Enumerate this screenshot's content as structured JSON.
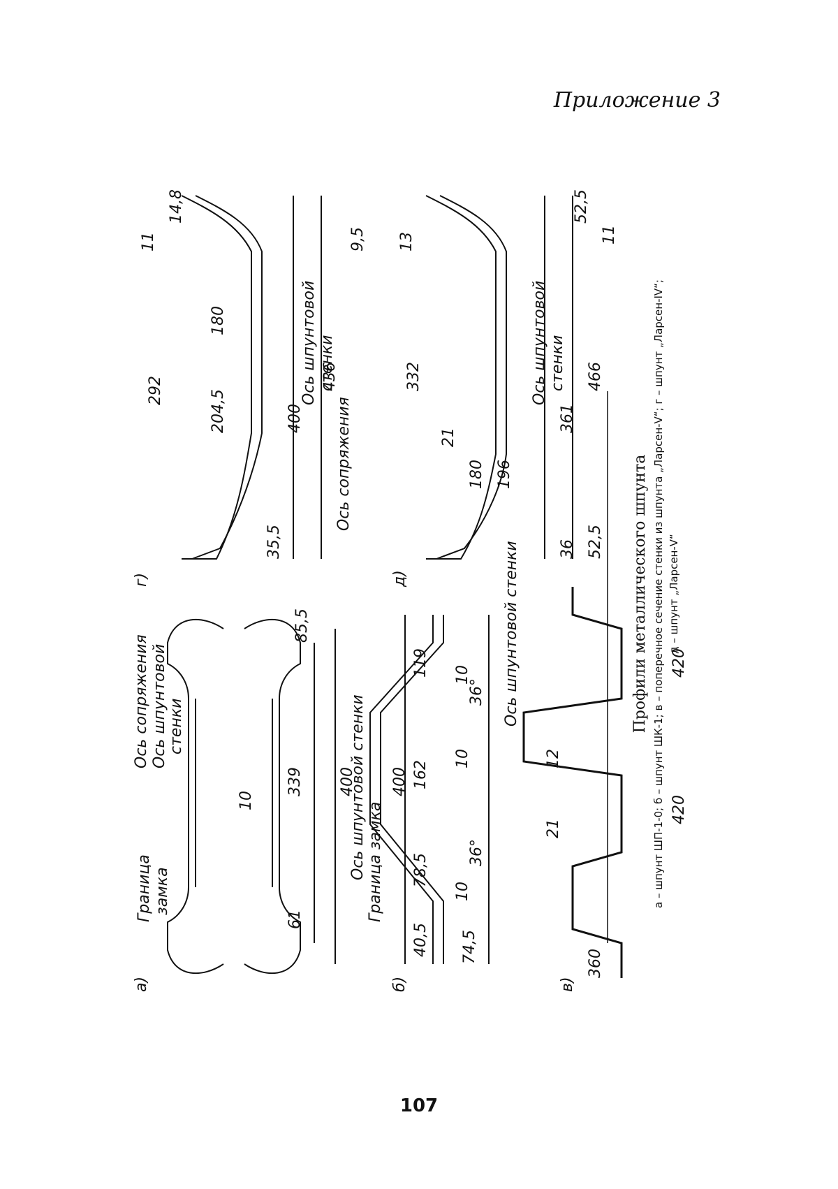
{
  "header": "Приложение 3",
  "page_number": "107",
  "caption": {
    "title": "Профили металлического шпунта",
    "line1": "а – шпунт ШП-1-0; б – шпунт ШК-1; в – поперечное сечение стенки из шпунта „Ларсен-V“; г – шпунт „Ларсен-IV“;",
    "line2": "д – шпунт „Ларсен-V“"
  },
  "figures": {
    "a": {
      "letter": "а)",
      "labels": [
        "Ось сопряжения",
        "Ось шпунтовой",
        "стенки",
        "Граница",
        "замка"
      ],
      "dims": [
        "85,5",
        "339",
        "400",
        "10",
        "61"
      ]
    },
    "b": {
      "letter": "б)",
      "labels": [
        "Ось шпунтовой стенки",
        "Граница замка",
        "Ось шпунтовой стенки"
      ],
      "dims": [
        "400",
        "119",
        "162",
        "78,5",
        "40,5",
        "74,5",
        "10",
        "10",
        "36°",
        "36°",
        "10"
      ]
    },
    "v": {
      "letter": "в)",
      "dims": [
        "420",
        "420",
        "12",
        "21",
        "360"
      ]
    },
    "g": {
      "letter": "г)",
      "labels": [
        "Ось шпунтовой",
        "стенки",
        "Ось сопряжения"
      ],
      "dims": [
        "292",
        "11",
        "14,8",
        "180",
        "204,5",
        "400",
        "436",
        "9,5",
        "35,5"
      ]
    },
    "d": {
      "letter": "д)",
      "labels": [
        "Ось шпунтовой",
        "стенки"
      ],
      "dims": [
        "332",
        "13",
        "21",
        "180",
        "196",
        "361",
        "466",
        "52,5",
        "11",
        "52,5",
        "36"
      ]
    }
  }
}
